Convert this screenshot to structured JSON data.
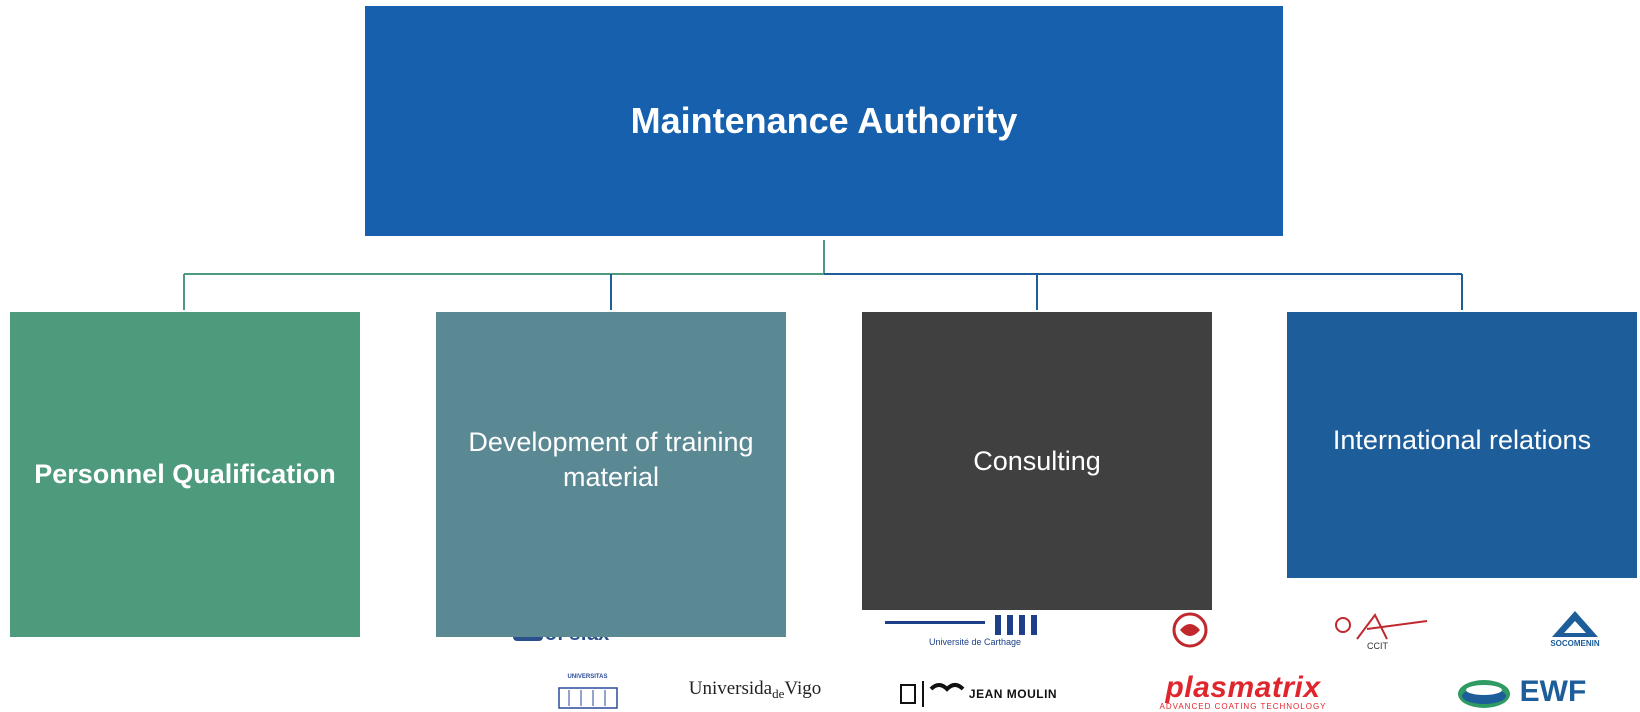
{
  "root": {
    "label": "Maintenance Authority"
  },
  "children": [
    {
      "id": "qual",
      "label": "Personnel Qualification"
    },
    {
      "id": "dev",
      "label": "Development of training material"
    },
    {
      "id": "cons",
      "label": "Consulting"
    },
    {
      "id": "intl",
      "label": "International relations"
    }
  ],
  "logos": {
    "vigo": {
      "text_a": "Universida",
      "text_b": "de",
      "text_c": "Vigo"
    },
    "plasmatrix": {
      "name": "plasmatrix",
      "tagline": "ADVANCED COATING TECHNOLOGY"
    },
    "jean_moulin": {
      "name": "JEAN MOULIN"
    },
    "carthage": {
      "caption": "Université de Carthage"
    },
    "socomenin": {
      "caption": "SOCOMENIN"
    },
    "ccit": {
      "caption": "CCIT"
    },
    "ewf": {
      "caption": "EWF"
    },
    "universitas": {
      "caption": "UNIVERSITAS"
    },
    "sfax": {
      "caption": "of sfax"
    }
  },
  "colors": {
    "root": "#1660ad",
    "qual": "#4d9a7c",
    "dev": "#5a8893",
    "cons": "#404040",
    "intl": "#1d5d99",
    "connector_green": "#4d9a7c",
    "connector_blue": "#1d5d99"
  }
}
